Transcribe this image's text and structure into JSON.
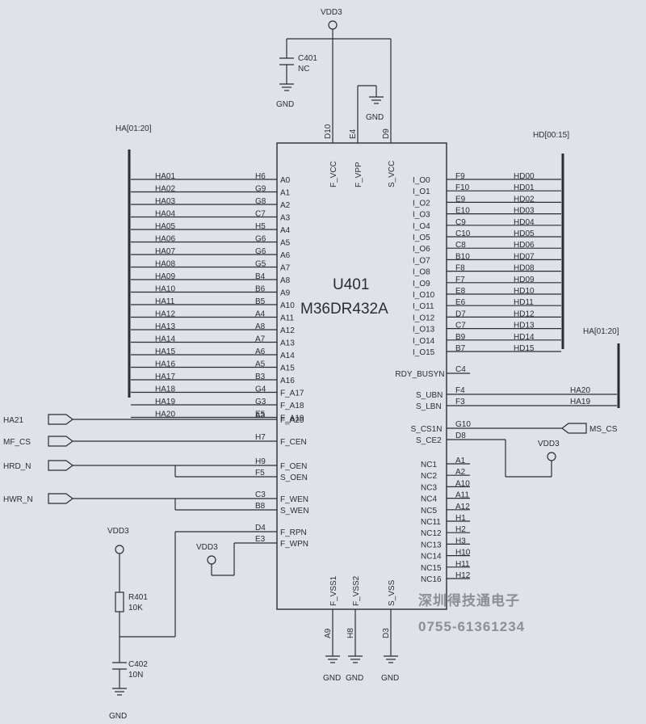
{
  "chip": {
    "ref": "U401",
    "part": "M36DR432A"
  },
  "power": {
    "vdd": "VDD3",
    "gnd": "GND",
    "top_pins": [
      {
        "pin": "D10",
        "name": "F_VCC"
      },
      {
        "pin": "E4",
        "name": "F_VPP"
      },
      {
        "pin": "D9",
        "name": "S_VCC"
      }
    ],
    "bottom_pins": [
      {
        "pin": "A9",
        "name": "F_VSS1"
      },
      {
        "pin": "H8",
        "name": "F_VSS2"
      },
      {
        "pin": "D3",
        "name": "S_VSS"
      }
    ]
  },
  "components": {
    "c401": {
      "ref": "C401",
      "value": "NC"
    },
    "r401": {
      "ref": "R401",
      "value": "10K"
    },
    "c402": {
      "ref": "C402",
      "value": "10N"
    }
  },
  "buses": {
    "ha_left": "HA[01:20]",
    "hd": "HD[00:15]",
    "ha_right": "HA[01:20]"
  },
  "left_address": [
    {
      "net": "HA01",
      "pin": "H6",
      "name": "A0"
    },
    {
      "net": "HA02",
      "pin": "G9",
      "name": "A1"
    },
    {
      "net": "HA03",
      "pin": "G8",
      "name": "A2"
    },
    {
      "net": "HA04",
      "pin": "C7",
      "name": "A3"
    },
    {
      "net": "HA05",
      "pin": "H5",
      "name": "A4"
    },
    {
      "net": "HA06",
      "pin": "G6",
      "name": "A5"
    },
    {
      "net": "HA07",
      "pin": "G6",
      "name": "A6"
    },
    {
      "net": "HA08",
      "pin": "G5",
      "name": "A7"
    },
    {
      "net": "HA09",
      "pin": "B4",
      "name": "A8"
    },
    {
      "net": "HA10",
      "pin": "B6",
      "name": "A9"
    },
    {
      "net": "HA11",
      "pin": "B5",
      "name": "A10"
    },
    {
      "net": "HA12",
      "pin": "A4",
      "name": "A11"
    },
    {
      "net": "HA13",
      "pin": "A8",
      "name": "A12"
    },
    {
      "net": "HA14",
      "pin": "A7",
      "name": "A13"
    },
    {
      "net": "HA15",
      "pin": "A6",
      "name": "A14"
    },
    {
      "net": "HA16",
      "pin": "A5",
      "name": "A15"
    },
    {
      "net": "HA17",
      "pin": "B3",
      "name": "A16"
    },
    {
      "net": "HA18",
      "pin": "G4",
      "name": "F_A17"
    },
    {
      "net": "HA19",
      "pin": "G3",
      "name": "F_A18"
    },
    {
      "net": "HA20",
      "pin": "E5",
      "name": "F_A19"
    }
  ],
  "left_control": [
    {
      "net": "HA21",
      "pin": "A3",
      "name": "F_A20"
    },
    {
      "net": "MF_CS",
      "pin": "H7",
      "name": "F_CEN"
    },
    {
      "net": "HRD_N",
      "pin": "H9",
      "name": "F_OEN",
      "pin2": "F5",
      "name2": "S_OEN"
    },
    {
      "net": "HWR_N",
      "pin": "C3",
      "name": "F_WEN",
      "pin2": "B8",
      "name2": "S_WEN"
    }
  ],
  "left_misc": [
    {
      "pin": "D4",
      "name": "F_RPN"
    },
    {
      "pin": "E3",
      "name": "F_WPN"
    }
  ],
  "right_data": [
    {
      "name": "I_O0",
      "pin": "F9",
      "net": "HD00"
    },
    {
      "name": "I_O1",
      "pin": "F10",
      "net": "HD01"
    },
    {
      "name": "I_O2",
      "pin": "E9",
      "net": "HD02"
    },
    {
      "name": "I_O3",
      "pin": "E10",
      "net": "HD03"
    },
    {
      "name": "I_O4",
      "pin": "C9",
      "net": "HD04"
    },
    {
      "name": "I_O5",
      "pin": "C10",
      "net": "HD05"
    },
    {
      "name": "I_O6",
      "pin": "C8",
      "net": "HD06"
    },
    {
      "name": "I_O7",
      "pin": "B10",
      "net": "HD07"
    },
    {
      "name": "I_O8",
      "pin": "F8",
      "net": "HD08"
    },
    {
      "name": "I_O9",
      "pin": "F7",
      "net": "HD09"
    },
    {
      "name": "I_O10",
      "pin": "E8",
      "net": "HD10"
    },
    {
      "name": "I_O11",
      "pin": "E6",
      "net": "HD11"
    },
    {
      "name": "I_O12",
      "pin": "D7",
      "net": "HD12"
    },
    {
      "name": "I_O13",
      "pin": "C7",
      "net": "HD13"
    },
    {
      "name": "I_O14",
      "pin": "B9",
      "net": "HD14"
    },
    {
      "name": "I_O15",
      "pin": "B7",
      "net": "HD15"
    }
  ],
  "right_ctrl": [
    {
      "name": "RDY_BUSYN",
      "pin": "C4",
      "net": ""
    },
    {
      "name": "S_UBN",
      "pin": "F4",
      "net": "HA20"
    },
    {
      "name": "S_LBN",
      "pin": "F3",
      "net": "HA19"
    },
    {
      "name": "S_CS1N",
      "pin": "G10",
      "net": "MS_CS"
    },
    {
      "name": "S_CE2",
      "pin": "D8",
      "net": ""
    }
  ],
  "right_nc": [
    {
      "name": "NC1",
      "pin": "A1"
    },
    {
      "name": "NC2",
      "pin": "A2"
    },
    {
      "name": "NC3",
      "pin": "A10"
    },
    {
      "name": "NC4",
      "pin": "A11"
    },
    {
      "name": "NC5",
      "pin": "A12"
    },
    {
      "name": "NC11",
      "pin": "H1"
    },
    {
      "name": "NC12",
      "pin": "H2"
    },
    {
      "name": "NC13",
      "pin": "H3"
    },
    {
      "name": "NC14",
      "pin": "H10"
    },
    {
      "name": "NC15",
      "pin": "H11"
    },
    {
      "name": "NC16",
      "pin": "H12"
    }
  ],
  "watermark": {
    "company": "深圳得技通电子",
    "phone": "0755-61361234"
  }
}
